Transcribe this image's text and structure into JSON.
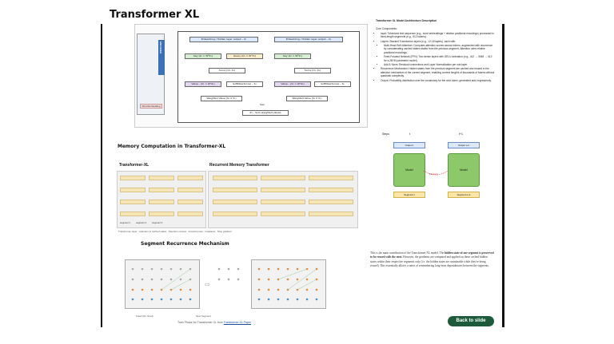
{
  "slide": {
    "title": "Transformer XL"
  },
  "architecture": {
    "side_label": "ENCODER",
    "side_bottom": "Word\nEmbedding",
    "col1": {
      "embed": "Embedding / Hidden layer output – X₁",
      "key": "Key (K₁ = WᴷX₁)",
      "query": "Query (Q₁ = WᴼX₁)",
      "score": "Score (Q₁, K₁)",
      "value": "Value – (V₁ = WᵛX₁)",
      "softmax": "SoftMax(Score) – S₁",
      "weighted": "Weighted Value (S₁ X V₁)"
    },
    "col2": {
      "embed": "Embedding / Hidden layer output – X₂",
      "key": "Key (K₂ = WᴷX₂)",
      "score": "Score (Q₁, K₂)",
      "value": "Value – (V₂ = WᵛX₂)",
      "softmax": "SoftMax(Score) – S₂",
      "weighted": "Weighted Value (S₂ X V₂)"
    },
    "sum": "Sum",
    "z": "Z₁ – Sum weighted values"
  },
  "description": {
    "title": "Transformer XL Model Architecture Description",
    "core": "Core Components:",
    "items": [
      "Input: Tokenized text sequence (e.g., word embeddings + relative positional encodings) processed in fixed-length segments (e.g., 512 tokens).",
      "Layers: Stacked Transformer layers (e.g., 12-18 layers), each with:",
      "Multi-Head Self-Attention: Computes attention scores across tokens, augmented with recurrence by concatenating cached hidden states from the previous segment. Attention uses relative positional encodings.",
      "Feed-Forward Network (FFN): Two dense layers with GELU activation (e.g., 412 → 3048 → 412 for a 2B?M parameter model).",
      "Add & Norm: Residual connections and Layer Normalization per sub-layer.",
      "Recurrence Mechanism: Hidden states from the previous segment are cached and reused in the attention mechanism of the current segment, enabling context lengths of thousands of tokens without quadratic complexity.",
      "Output: Probability distribution over the vocabulary for the next token, generated auto-regressively."
    ]
  },
  "memory": {
    "heading": "Memory Computation in Transformer-XL",
    "left_title": "Transformer-XL",
    "right_title": "Recurrent Memory Transformer",
    "seg_labels": [
      "segment 1",
      "segment 2",
      "segment 3"
    ],
    "legend": [
      "Transformer layer",
      "Attention to cached states",
      "Attention context",
      "Forward pass",
      "Gradients",
      "Stop gradient"
    ]
  },
  "recurrence": {
    "heading": "Segment Recurrence Mechanism",
    "left_label": "Fixed (No Grad)",
    "right_label": "New Segment"
  },
  "caption": {
    "text": "Train Phase for Transformer XL from",
    "link": "Transformer XL Paper"
  },
  "right_diagram": {
    "steps": "Steps",
    "t": "t",
    "t1": "t+1",
    "out1": "Output t",
    "out2": "Output t+1",
    "model": "Model",
    "memory": "Memory",
    "seg1": "Segment t",
    "seg2": "Segment t+1"
  },
  "paragraph": {
    "p1": "This is the main contribution of the Transformer XL model. The ",
    "bold": "hidden state of one segment is preserved to be reused with the next.",
    "p2": " However, the gradients are computed and applied on these cached hidden states within their respective segments only (i.e. the hidden states are untrainable while they're being reused). This essentially allows a sense of remembering long-term dependencies between the segments."
  },
  "back_button": "Back to slide"
}
